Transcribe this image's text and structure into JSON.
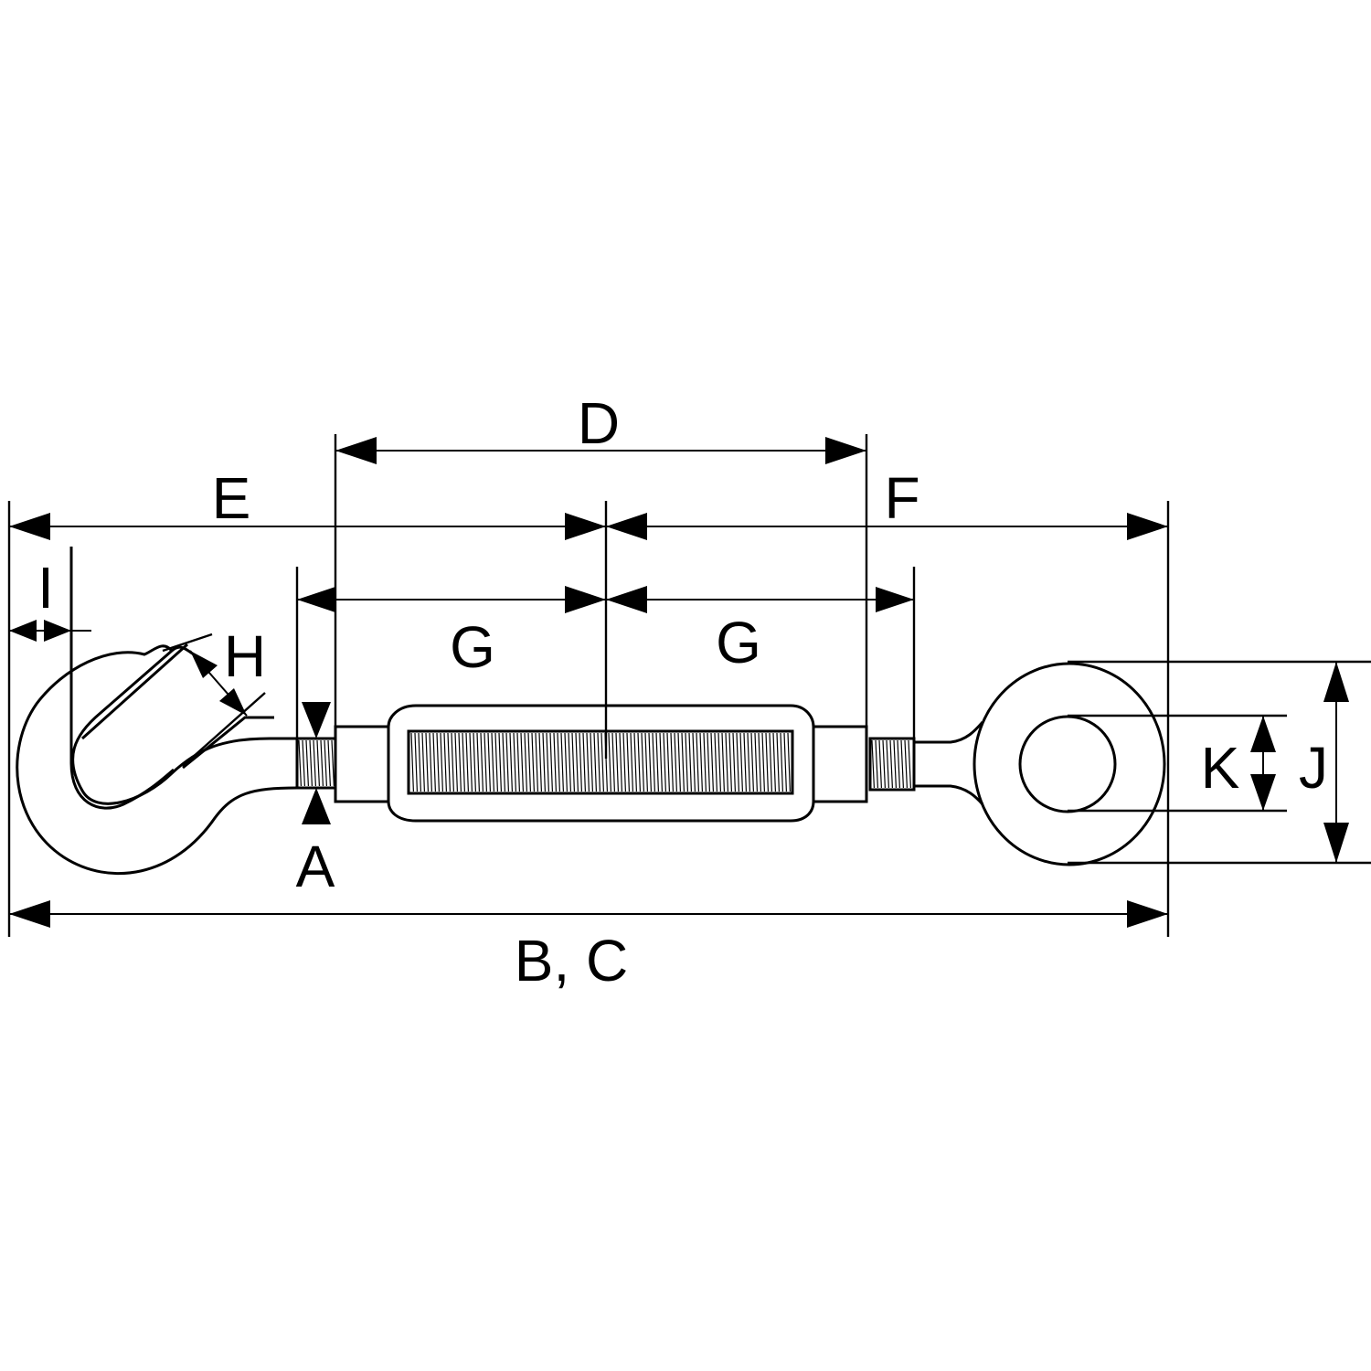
{
  "diagram": {
    "subject": "turnbuckle-hook-eye",
    "colors": {
      "line": "#000000",
      "background": "#ffffff"
    },
    "labels": {
      "A": "A",
      "BC": "B, C",
      "D": "D",
      "E": "E",
      "F": "F",
      "G_left": "G",
      "G_right": "G",
      "H": "H",
      "I": "I",
      "J": "J",
      "K": "K"
    }
  }
}
